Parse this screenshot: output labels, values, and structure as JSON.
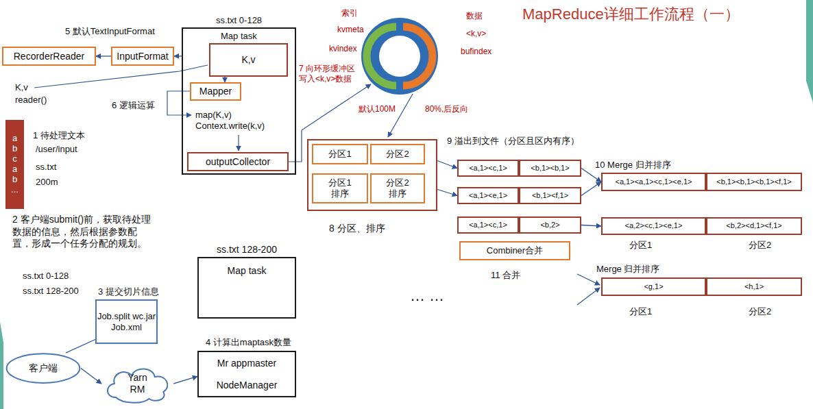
{
  "diagram": {
    "title": "MapReduce详细工作流程（一）",
    "nodes": [
      {
        "text": [
          "ss.txt 0-128",
          "Map task",
          "map(K,v) Context.write(k,v)"
        ]
      },
      {
        "text": [
          "K,v"
        ],
        "in": 0
      },
      {
        "text": [
          "Mapper"
        ],
        "in": 0
      },
      {
        "text": [
          "outputCollector"
        ],
        "in": 0
      },
      {
        "text": [
          "InputFormat"
        ]
      },
      {
        "text": [
          "RecorderReader"
        ]
      },
      {
        "text": [
          "a b c a b ..."
        ]
      },
      {
        "text": [
          "8 分区、排序"
        ]
      },
      {
        "text": [
          "分区1"
        ],
        "in": 7
      },
      {
        "text": [
          "分区2"
        ],
        "in": 7
      },
      {
        "text": [
          "分区1 排序"
        ],
        "in": 7
      },
      {
        "text": [
          "分区2 排序"
        ],
        "in": 7
      },
      {
        "text": [
          "<a,1><c,1>"
        ]
      },
      {
        "text": [
          "<b,1><b,1>"
        ]
      },
      {
        "text": [
          "<a,1><e,1>"
        ]
      },
      {
        "text": [
          "<b,1><f,1>"
        ]
      },
      {
        "text": [
          "<a,1><c,1>"
        ]
      },
      {
        "text": [
          "<b,2>"
        ]
      },
      {
        "text": [
          "Combiner合并"
        ]
      },
      {
        "text": [
          "<a,1><a,1><c,1><e,1>"
        ]
      },
      {
        "text": [
          "<b,1><b,1><b,1><f,1>"
        ]
      },
      {
        "text": [
          "<a,2><c,1><e,1>"
        ]
      },
      {
        "text": [
          "<b,2><d,1><f,1>"
        ]
      },
      {
        "text": [
          "<g,1>"
        ]
      },
      {
        "text": [
          "<h,1>"
        ]
      },
      {
        "text": [
          "ss.txt 128-200",
          "Map task"
        ]
      },
      {
        "text": [
          "Mr appmaster",
          "NodeManager"
        ]
      },
      {
        "text": [
          "Job.split wc.jar Job.xml"
        ]
      },
      {
        "text": [
          "客户端"
        ]
      },
      {
        "text": [
          "Yarn RM"
        ]
      }
    ],
    "edges": [
      {
        "from": 0,
        "to": 4,
        "arrow": "to"
      },
      {
        "from": 4,
        "to": 5,
        "arrow": "to"
      },
      {
        "from": 1,
        "to": 2,
        "arrow": "to"
      },
      {
        "from": 7,
        "to": 12,
        "arrow": "to"
      },
      {
        "from": 7,
        "to": 14,
        "arrow": "to"
      },
      {
        "from": 13,
        "to": 19,
        "arrow": "to"
      },
      {
        "from": 15,
        "to": 19,
        "arrow": "to"
      },
      {
        "from": 17,
        "to": 21,
        "arrow": "to"
      },
      {
        "from": 28,
        "to": 29,
        "arrow": "to"
      },
      {
        "from": 29,
        "to": 26,
        "arrow": "to"
      },
      {
        "from": 28,
        "to": 27,
        "arrow": "none"
      }
    ],
    "labels": [
      "5 默认TextInputFormat",
      "K,v",
      "reader()",
      "6 逻辑运算",
      "7 向环形缓冲区写入<k,v>数据",
      "索引",
      "kvmeta",
      "kvindex",
      "数据",
      "<k,v>",
      "bufindex",
      "默认100M",
      "80%,后反向",
      "1 待处理文本",
      "/user/input",
      "ss.txt",
      "200m",
      "9 溢出到文件（分区且区内有序）",
      "10 Merge 归并排序",
      "2 客户端submit()前，获取待处理数据的信息，然后根据参数配置，形成一个任务分配的规划。",
      "分区1",
      "分区2",
      "11 合并",
      "Merge 归并排序",
      "… …",
      "分区1",
      "分区2",
      "ss.txt 0-128",
      "ss.txt 128-200",
      "3 提交切片信息",
      "4 计算出maptask数量"
    ]
  }
}
